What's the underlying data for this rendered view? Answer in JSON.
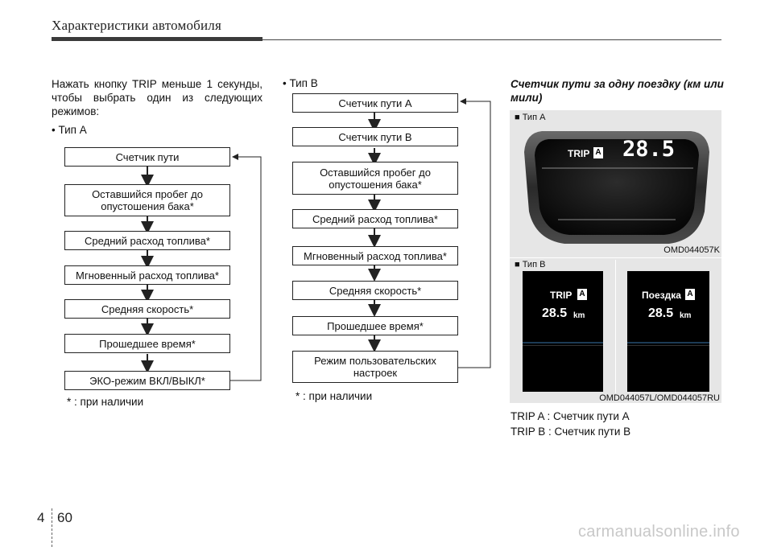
{
  "header": {
    "title": "Характеристики автомобиля"
  },
  "intro": "Нажать кнопку TRIP меньше 1 секунды, чтобы выбрать один из следующих режимов:",
  "type_a": {
    "label": "• Тип A",
    "items": [
      "Счетчик пути",
      "Оставшийся пробег до опустошения бака*",
      "Средний расход топлива*",
      "Мгновенный расход топлива*",
      "Средняя скорость*",
      "Прошедшее время*",
      "ЭКО-режим ВКЛ/ВЫКЛ*"
    ],
    "note": "* : при наличии"
  },
  "type_b": {
    "label": "• Тип B",
    "items": [
      "Счетчик пути A",
      "Счетчик пути B",
      "Оставшийся пробег до опустошения бака*",
      "Средний расход топлива*",
      "Мгновенный расход топлива*",
      "Средняя скорость*",
      "Прошедшее время*",
      "Режим пользовательских настроек"
    ],
    "note": "* : при наличии"
  },
  "right": {
    "title": "Счетчик пути за одну поездку (км или мили)",
    "panel_a": {
      "tag": "■ Тип A",
      "trip_label": "TRIP",
      "trip_badge": "A",
      "value": "28.5",
      "caption": "OMD044057K"
    },
    "panel_b": {
      "tag": "■ Тип B",
      "left_label": "TRIP",
      "right_label": "Поездка",
      "badge": "A",
      "value": "28.5",
      "unit": "km",
      "caption": "OMD044057L/OMD044057RU"
    },
    "legend_a": "TRIP A : Счетчик пути A",
    "legend_b": "TRIP B : Счетчик пути B"
  },
  "footer": {
    "chapter": "4",
    "page": "60"
  },
  "watermark": "carmanualsonline.info"
}
